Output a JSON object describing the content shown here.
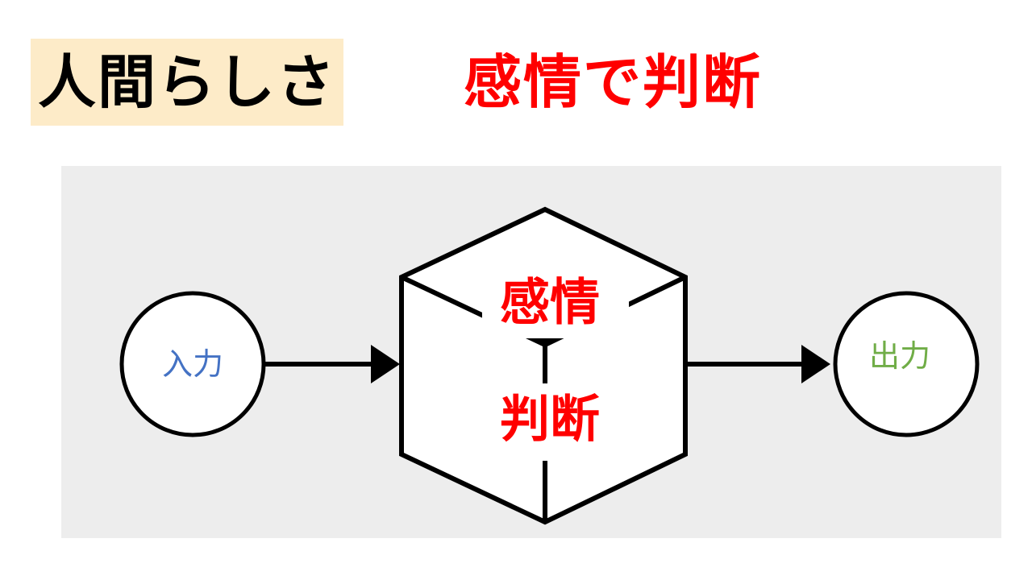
{
  "slide": {
    "heading": "人間らしさ",
    "headline": "感情で判断"
  },
  "diagram": {
    "input_label": "入力",
    "output_label": "出力",
    "box_top_label": "感情",
    "box_bottom_label": "判断",
    "colors": {
      "input_label": "#4472c4",
      "output_label": "#70ad47",
      "box_labels": "#ff0000",
      "heading_background": "#fdebc8",
      "panel_background": "#ededed"
    }
  }
}
